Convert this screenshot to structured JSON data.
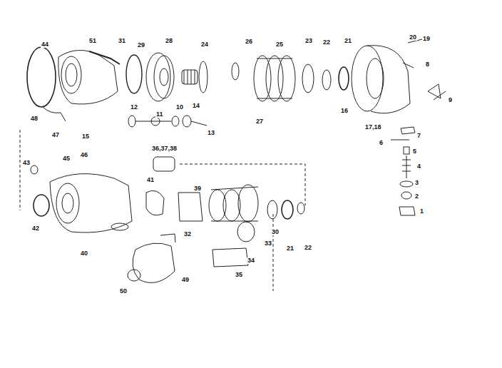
{
  "diagram": {
    "labels": [
      "44",
      "51",
      "31",
      "29",
      "28",
      "24",
      "26",
      "25",
      "23",
      "22",
      "21",
      "20",
      "19",
      "8",
      "9",
      "16",
      "17,18",
      "7",
      "6",
      "5",
      "4",
      "3",
      "2",
      "1",
      "27",
      "12",
      "11",
      "10",
      "14",
      "13",
      "15",
      "48",
      "47",
      "36,37,38",
      "43",
      "45",
      "46",
      "39",
      "41",
      "42",
      "40",
      "32",
      "30",
      "33",
      "21",
      "22",
      "34",
      "35",
      "50",
      "49"
    ]
  }
}
